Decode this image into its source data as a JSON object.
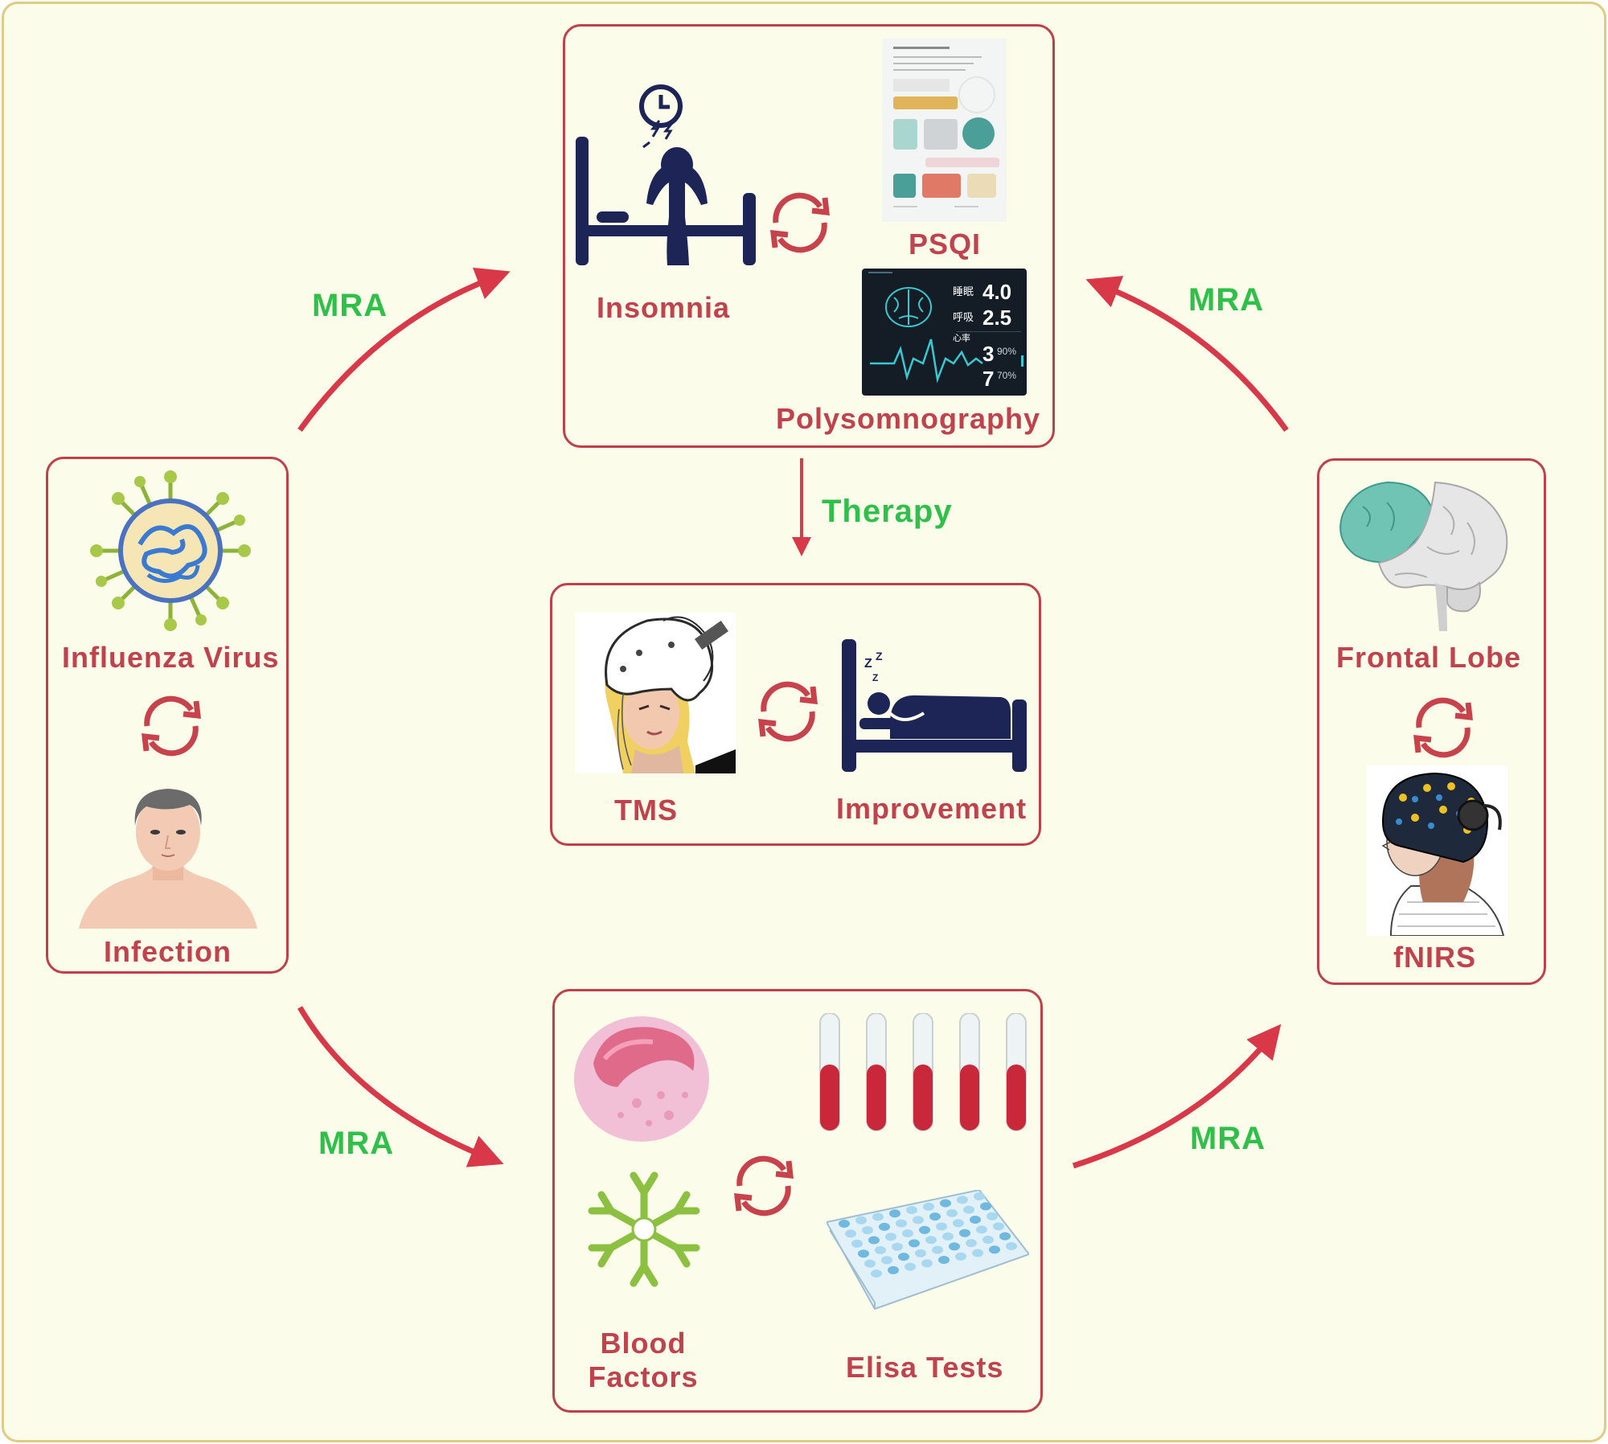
{
  "nodes": {
    "insomnia": "Insomnia",
    "psqi": "PSQI",
    "polysomnography": "Polysomnography",
    "influenza_virus": "Influenza Virus",
    "infection": "Infection",
    "tms": "TMS",
    "improvement": "Improvement",
    "frontal_lobe": "Frontal Lobe",
    "fnirs": "fNIRS",
    "blood_factors": "Blood\nFactors",
    "elisa_tests": "Elisa Tests"
  },
  "edges": {
    "infection_to_insomnia": "MRA",
    "frontal_to_insomnia": "MRA",
    "infection_to_blood": "MRA",
    "blood_to_frontal": "MRA",
    "insomnia_to_treatment": "Therapy"
  },
  "monitor": {
    "line1_cn": "睡眠",
    "line1_value": "4.0",
    "line2_cn": "呼吸",
    "line2_value": "2.5",
    "line3_cn": "心率",
    "line3_value": "3",
    "line3_pct": "90%",
    "line4_value": "7",
    "line4_pct": "70%"
  },
  "colors": {
    "background": "#fbfcea",
    "border": "#c0404a",
    "label_red": "#c0424c",
    "label_green": "#2fc04a",
    "navy_icon": "#1c2556",
    "arrow_red": "#d83848"
  }
}
